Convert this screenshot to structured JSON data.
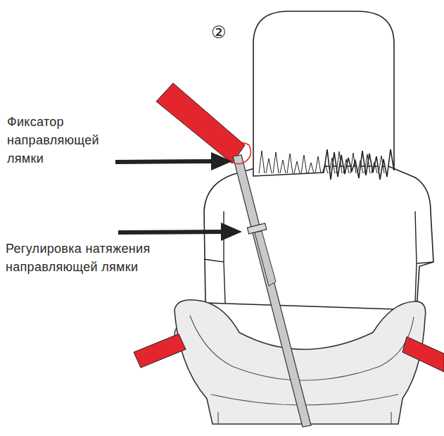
{
  "diagram": {
    "labels": [
      "②",
      "Фиксатор направляющей лямки",
      "Регулировка натяжения направляющей лямки"
    ]
  }
}
